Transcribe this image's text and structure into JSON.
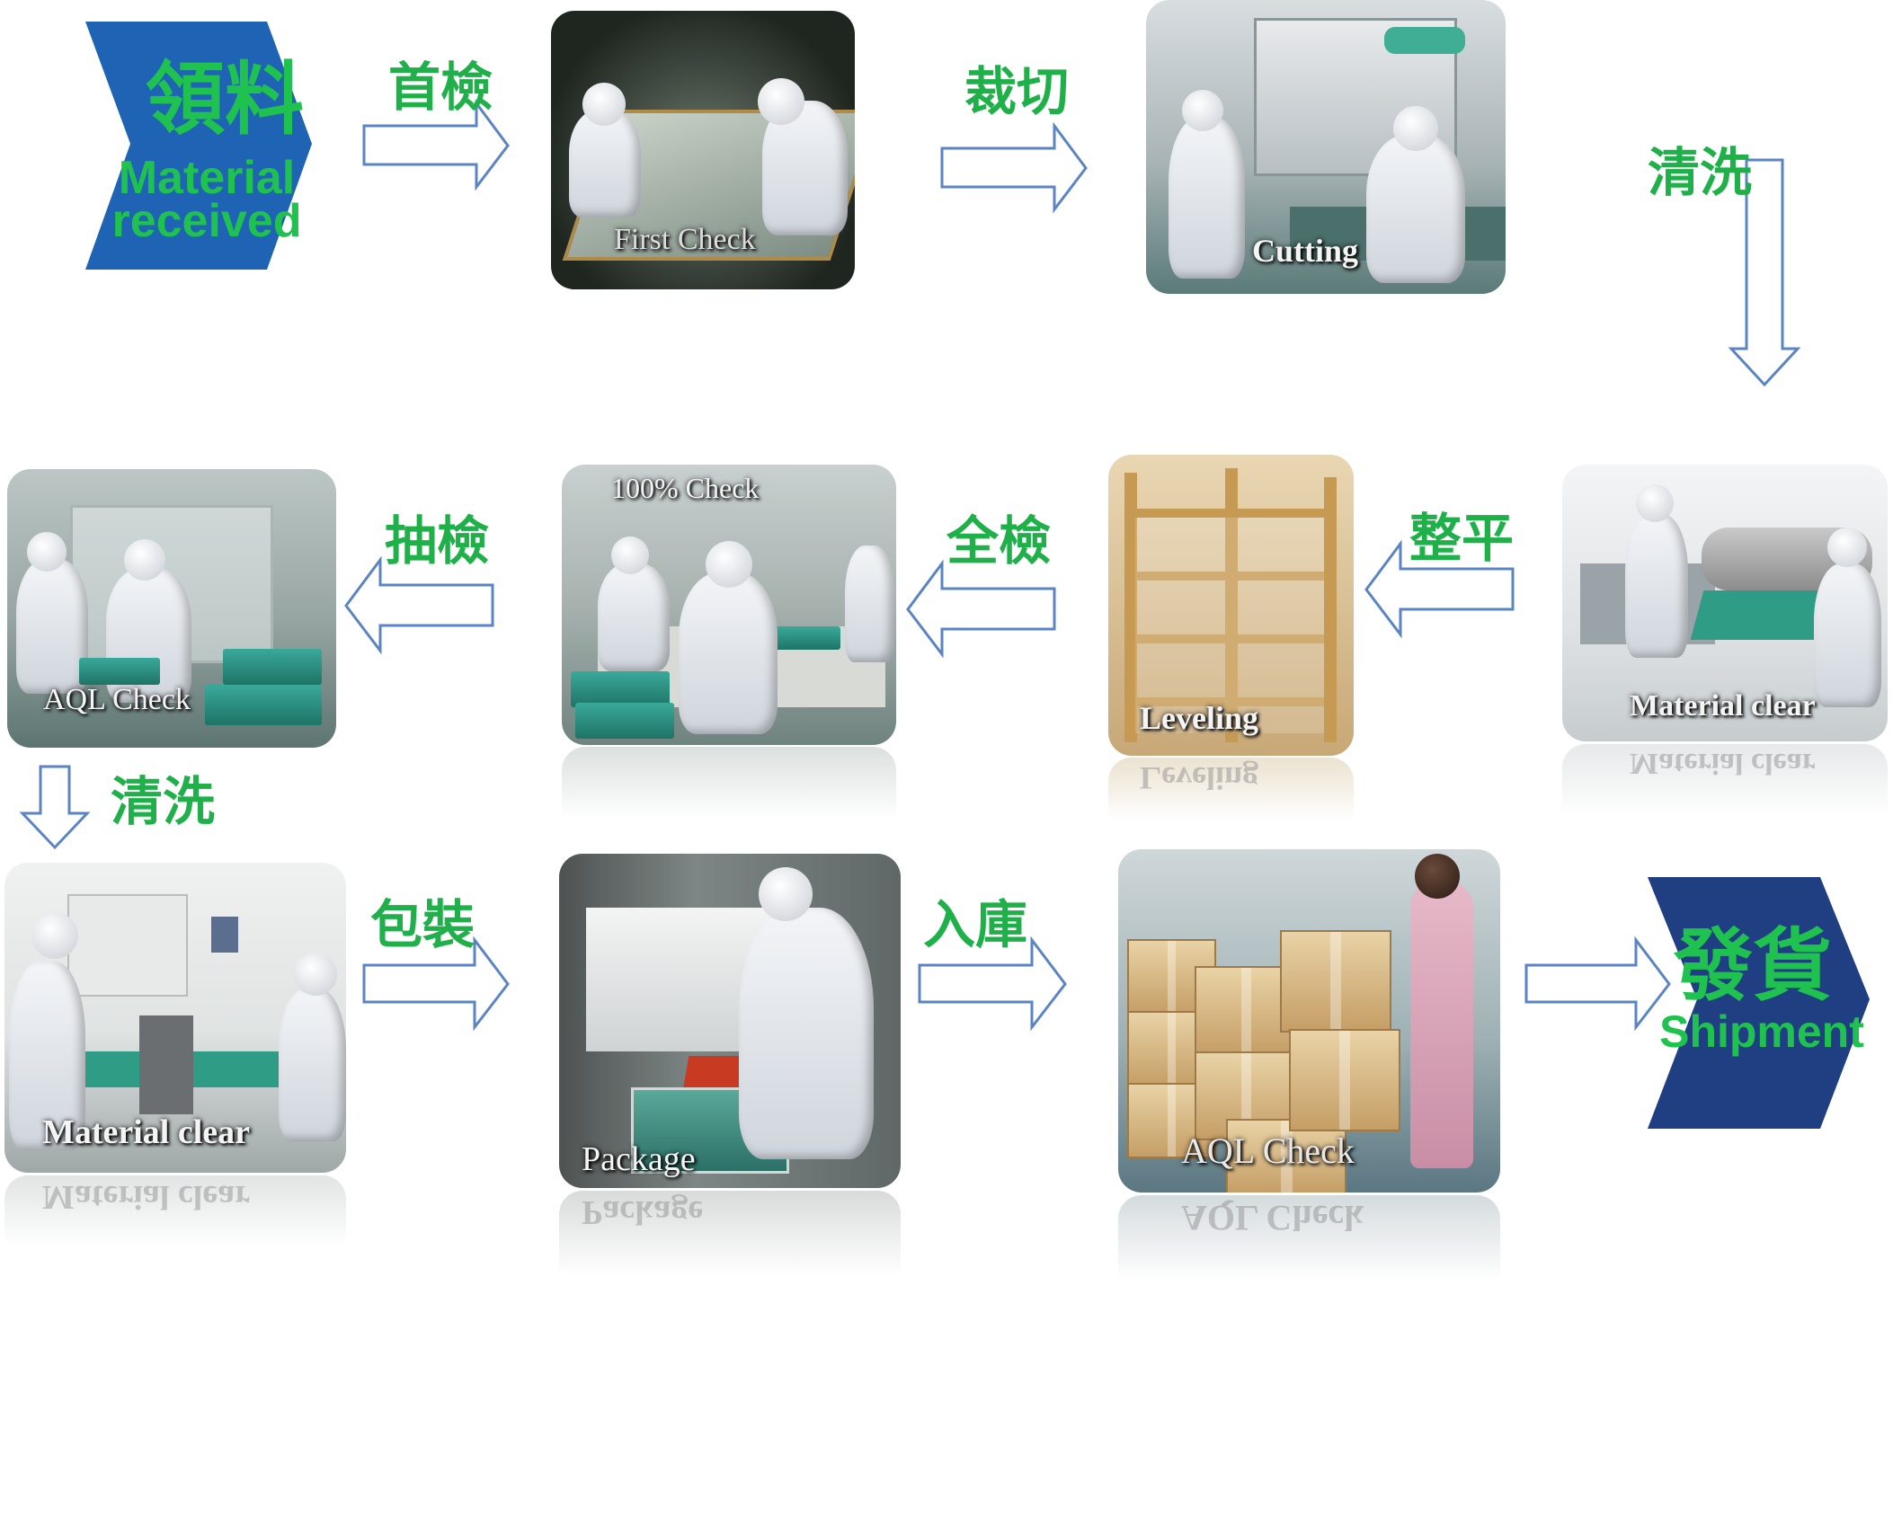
{
  "steps": {
    "material_received": {
      "zh": "領料",
      "en_line1": "Material",
      "en_line2": "received"
    },
    "first_check": {
      "label": "首檢",
      "caption": "First Check"
    },
    "cutting": {
      "label": "裁切",
      "caption": "Cutting"
    },
    "clean_1": {
      "label": "清洗"
    },
    "material_clear_1": {
      "caption": "Material clear"
    },
    "leveling": {
      "label": "整平",
      "caption": "Leveling"
    },
    "full_check": {
      "label": "全檢",
      "caption": "100% Check"
    },
    "sample_check": {
      "label": "抽檢",
      "caption": "AQL Check"
    },
    "clean_2": {
      "label": "清洗"
    },
    "material_clear_2": {
      "caption": "Material clear"
    },
    "package": {
      "label": "包裝",
      "caption": "Package"
    },
    "warehouse": {
      "label": "入庫",
      "caption": "AQL Check"
    },
    "shipment": {
      "zh": "發貨",
      "en": "Shipment"
    }
  },
  "colors": {
    "label_green": "#1fb04a",
    "chevron_blue": "#1f63b5",
    "chevron_navy": "#1f3f82",
    "arrow_outline": "#5b84c4"
  }
}
